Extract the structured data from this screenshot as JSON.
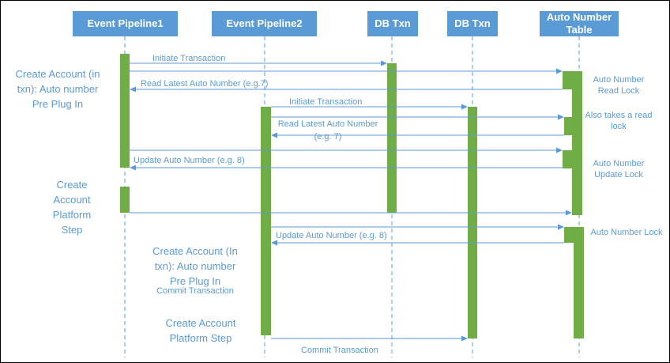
{
  "colors": {
    "header": "#5b9bd5",
    "activation": "#70ad47",
    "arrow": "#5b9bd5",
    "lifeline": "#5b9bd5",
    "text": "#5b9bd5"
  },
  "lanes": {
    "ep1": "Event Pipeline1",
    "ep2": "Event Pipeline2",
    "db1": "DB Txn",
    "db2": "DB Txn",
    "ant": "Auto Number Table"
  },
  "messages": {
    "initiate1": "Initiate Transaction",
    "read1": "Read Latest Auto Number (e.g.7)",
    "initiate2": "Initiate Transaction",
    "read2": "Read Latest Auto Number\n(e.g. 7)",
    "update1": "Update Auto Number (e.g. 8)",
    "update2": "Update Auto Number (e.g. 8)",
    "commit2": "Commit Transaction"
  },
  "notes": {
    "pre_plugin_1": "Create Account (in\ntxn): Auto number\nPre Plug In",
    "platform_step_1": "Create\nAccount\nPlatform\nStep",
    "pre_plugin_2": "Create Account (In\ntxn): Auto number\nPre Plug In",
    "commit_inline": "Commit Transaction",
    "platform_step_2": "Create Account\nPlatform Step",
    "read_lock": "Auto Number\nRead Lock",
    "also_read_lock": "Also takes a read\nlock",
    "update_lock": "Auto Number\nUpdate Lock",
    "auto_number_lock": "Auto Number Lock"
  }
}
